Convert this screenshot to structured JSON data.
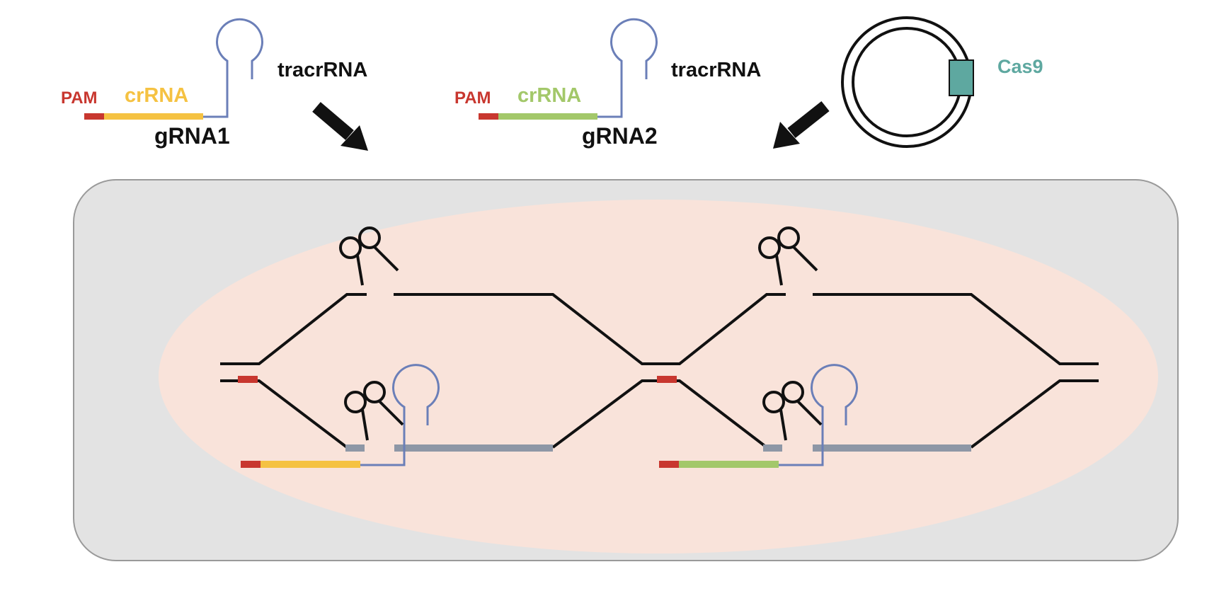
{
  "colors": {
    "pam": "#c8372f",
    "crrna1": "#f5c242",
    "crrna2": "#a3c86a",
    "tracr": "#6b7fb8",
    "cas9": "#5ea8a0",
    "cell_bg": "#e3e3e3",
    "nucleus_bg": "#f9e3da",
    "dna": "#111111",
    "bound_dna": "#8e97a6"
  },
  "grna1": {
    "pam_label": "PAM",
    "crrna_label": "crRNA",
    "tracr_label": "tracrRNA",
    "name_label": "gRNA1"
  },
  "grna2": {
    "pam_label": "PAM",
    "crrna_label": "crRNA",
    "tracr_label": "tracrRNA",
    "name_label": "gRNA2"
  },
  "plasmid": {
    "label": "Cas9"
  }
}
